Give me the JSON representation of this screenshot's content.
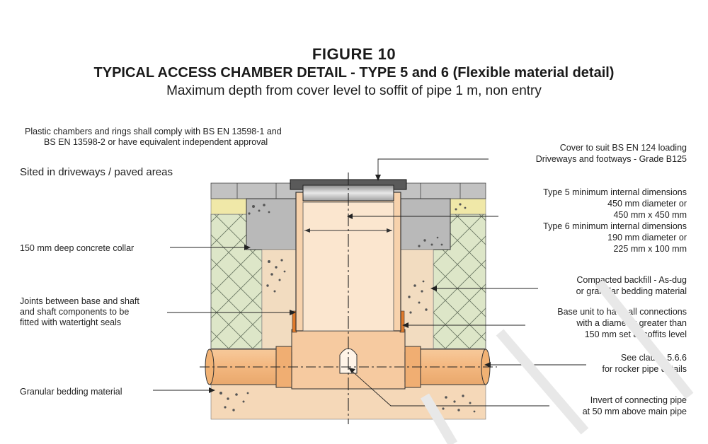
{
  "figure": {
    "number": "FIGURE 10",
    "title": "TYPICAL ACCESS CHAMBER DETAIL - TYPE 5 and 6  (Flexible material detail)",
    "subtitle": "Maximum depth from cover level to soffit of pipe 1 m, non entry"
  },
  "notes": {
    "plastic_chambers_1": "Plastic chambers and rings shall comply with BS EN 13598-1 and",
    "plastic_chambers_2": "BS EN 13598-2 or have equivalent independent approval",
    "sited": "Sited in driveways / paved areas",
    "collar": "150 mm deep concrete collar",
    "joints_1": "Joints between base and shaft",
    "joints_2": "and shaft components to be",
    "joints_3": "fitted with watertight seals",
    "granular": "Granular bedding material",
    "cover_1": "Cover to suit BS EN 124 loading",
    "cover_2": "Driveways and footways - Grade B125",
    "type5_1": "Type 5 minimum internal dimensions",
    "type5_2": "450 mm diameter or",
    "type5_3": "450 mm x 450 mm",
    "type6_1": "Type 6 minimum internal dimensions",
    "type6_2": "190 mm diameter or",
    "type6_3": "225 mm x 100 mm",
    "backfill_1": "Compacted backfill - As-dug",
    "backfill_2": "or granular bedding material",
    "base_1": "Base unit to have all connections",
    "base_2": "with a diameter greater than",
    "base_3": "150 mm set at soffits level",
    "clause_1": "See clause 5.6.6",
    "clause_2": "for rocker pipe details",
    "invert_1": "Invert of connecting pipe",
    "invert_2": "at 50 mm above main pipe"
  },
  "colors": {
    "pipe": "#f3c08c",
    "concrete": "#b9b9b9",
    "soil": "#dde6c8",
    "sand": "#f0e8a8",
    "paving": "#bdbdbd",
    "shaft": "#f8d9b6",
    "bed": "#f5d8b8",
    "line": "#222222"
  }
}
